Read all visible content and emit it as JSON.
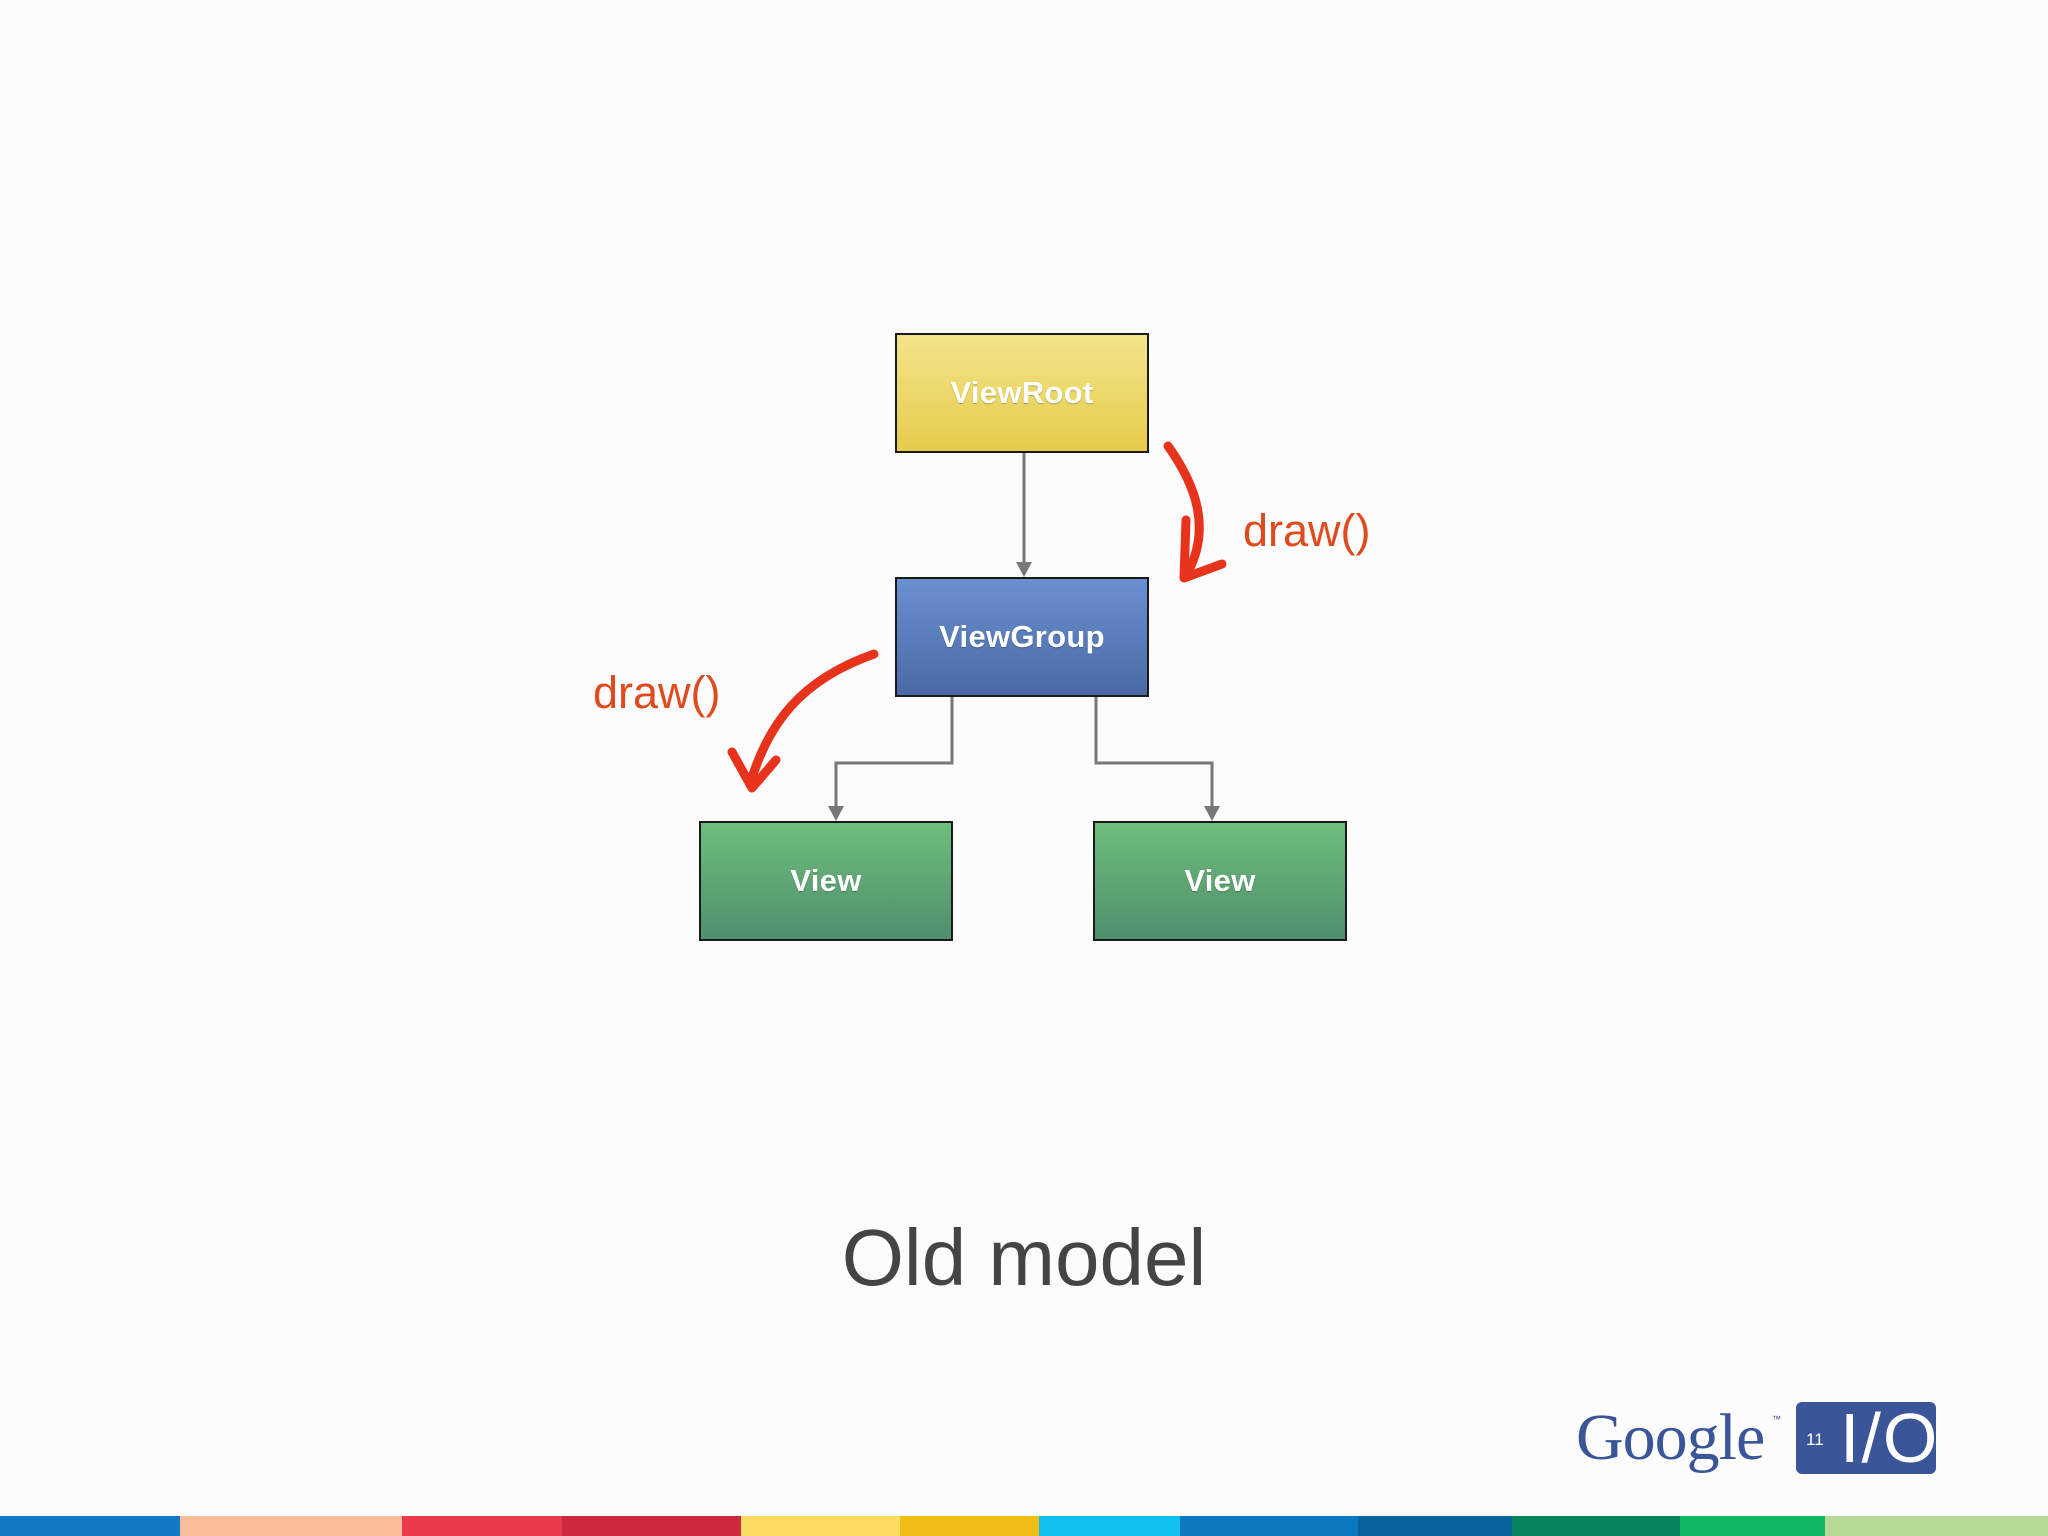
{
  "diagram": {
    "nodes": {
      "root": "ViewRoot",
      "group": "ViewGroup",
      "view_left": "View",
      "view_right": "View"
    },
    "calls": {
      "root_to_group": "draw()",
      "group_to_view": "draw()"
    }
  },
  "slide": {
    "title": "Old model"
  },
  "logo": {
    "wordmark": "Google",
    "tm": "™",
    "year": "11",
    "io": "I/O"
  },
  "colors": {
    "viewroot": "#e8d25a",
    "viewgroup": "#5579bb",
    "view": "#5ea574",
    "connector": "#777777",
    "call_arrow": "#e8331c",
    "call_label": "#e04a1f",
    "title_text": "#444444",
    "brand_blue": "#3a5598"
  },
  "strip_colors": [
    "#1279c4",
    "#f9bd9a",
    "#ea3a4b",
    "#cc2840",
    "#fedb63",
    "#f1bd16",
    "#11c0ed",
    "#0b78c0",
    "#09629b",
    "#05845c",
    "#10b764",
    "#b7da96"
  ]
}
